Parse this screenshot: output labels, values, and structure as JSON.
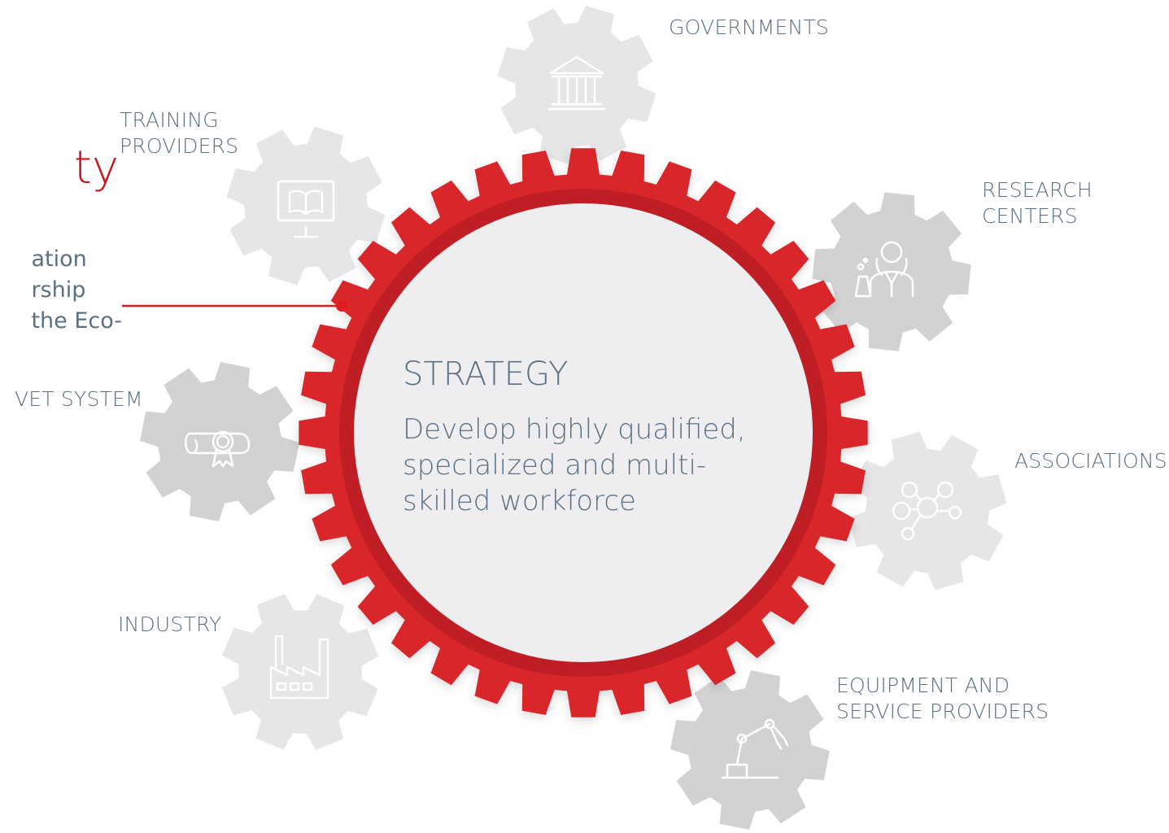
{
  "strategy": {
    "title": "STRATEGY",
    "description": "Develop highly qualified, specialized and multi-skilled workforce"
  },
  "left_panel": {
    "heading_fragment": "ty",
    "description_lines": [
      "ation",
      "rship",
      "the Eco-"
    ]
  },
  "stakeholders": [
    {
      "id": "governments",
      "lines": [
        "GOVERNMENTS"
      ],
      "icon": "building-columns-icon"
    },
    {
      "id": "research-centers",
      "lines": [
        "RESEARCH",
        "CENTERS"
      ],
      "icon": "scientist-icon"
    },
    {
      "id": "associations",
      "lines": [
        "ASSOCIATIONS"
      ],
      "icon": "network-people-icon"
    },
    {
      "id": "equipment-service-providers",
      "lines": [
        "EQUIPMENT AND",
        "SERVICE PROVIDERS"
      ],
      "icon": "robot-arm-icon"
    },
    {
      "id": "industry",
      "lines": [
        "INDUSTRY"
      ],
      "icon": "factory-icon"
    },
    {
      "id": "vet-system",
      "lines": [
        "VET SYSTEM"
      ],
      "icon": "diploma-icon"
    },
    {
      "id": "training-providers",
      "lines": [
        "TRAINING",
        "PROVIDERS"
      ],
      "icon": "monitor-book-icon"
    }
  ],
  "colors": {
    "main_gear": "#d9262c",
    "main_gear_inner": "#bf1f24",
    "gear_light": "#e6e6e6",
    "gear_dark": "#d2d2d2",
    "center_fill": "#eeeef0",
    "text": "#5a7184",
    "accent": "#c8161d",
    "connector": "#e11b22"
  }
}
